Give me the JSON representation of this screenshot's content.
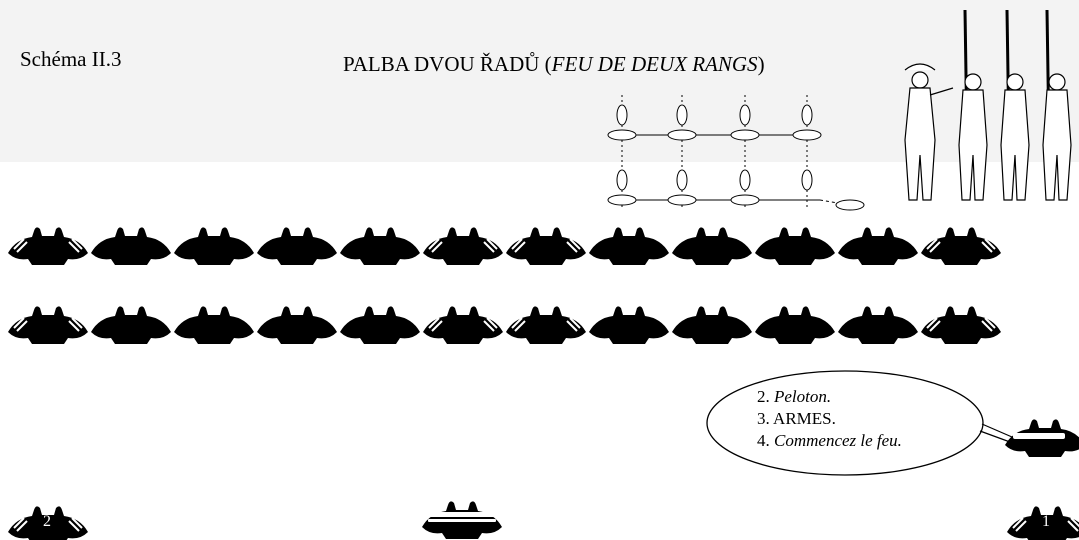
{
  "header": {
    "schema_label": "Schéma II.3",
    "title_main": "PALBA DVOU ŘADŮ (",
    "title_italic": "FEU DE DEUX RANGS",
    "title_close": ")"
  },
  "formation": {
    "front_rank": [
      "striped",
      "plain",
      "plain",
      "plain",
      "plain",
      "striped",
      "striped",
      "plain",
      "plain",
      "plain",
      "plain",
      "striped"
    ],
    "rear_rank": [
      "striped",
      "plain",
      "plain",
      "plain",
      "plain",
      "striped",
      "striped",
      "plain",
      "plain",
      "plain",
      "plain",
      "striped"
    ]
  },
  "commands": {
    "line1_num": "2.",
    "line1_text": "Peloton.",
    "line2": "3. ARMES.",
    "line3_num": "4.",
    "line3_text": "Commencez le feu."
  },
  "markers": {
    "left_number": "2",
    "right_number": "1"
  }
}
